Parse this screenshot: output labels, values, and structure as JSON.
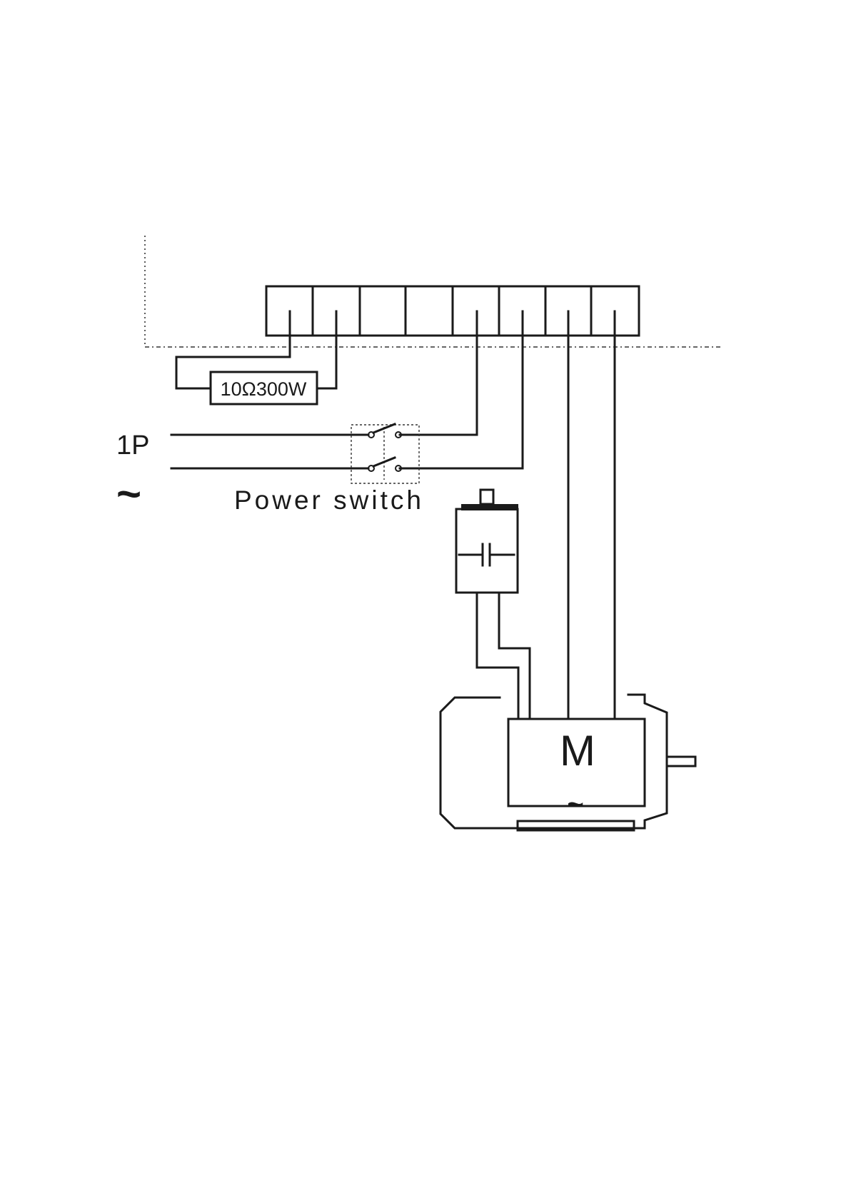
{
  "diagram": {
    "resistor_label": "10Ω300W",
    "supply_label": "1P",
    "supply_symbol": "~",
    "switch_label": "Power switch",
    "motor_label": "M",
    "motor_symbol": "~"
  }
}
